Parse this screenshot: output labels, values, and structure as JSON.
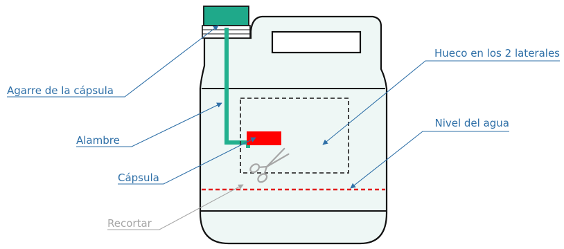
{
  "labels": {
    "grip": "Agarre de la cápsula",
    "wire": "Alambre",
    "capsule": "Cápsula",
    "cut": "Recortar",
    "hole": "Hueco en los 2 laterales",
    "water_level": "Nivel del agua"
  },
  "colors": {
    "label_text": "#2e6fa7",
    "leader_line": "#2e6fa7",
    "cut_text": "#a6a6a6",
    "cap": "#1fa98a",
    "wire": "#22b08e",
    "capsule": "#ff0000",
    "water_line": "#e21b1b",
    "jug_fill": "#eef7f5",
    "outline": "#111111"
  },
  "icons": [
    "scissors-icon"
  ]
}
